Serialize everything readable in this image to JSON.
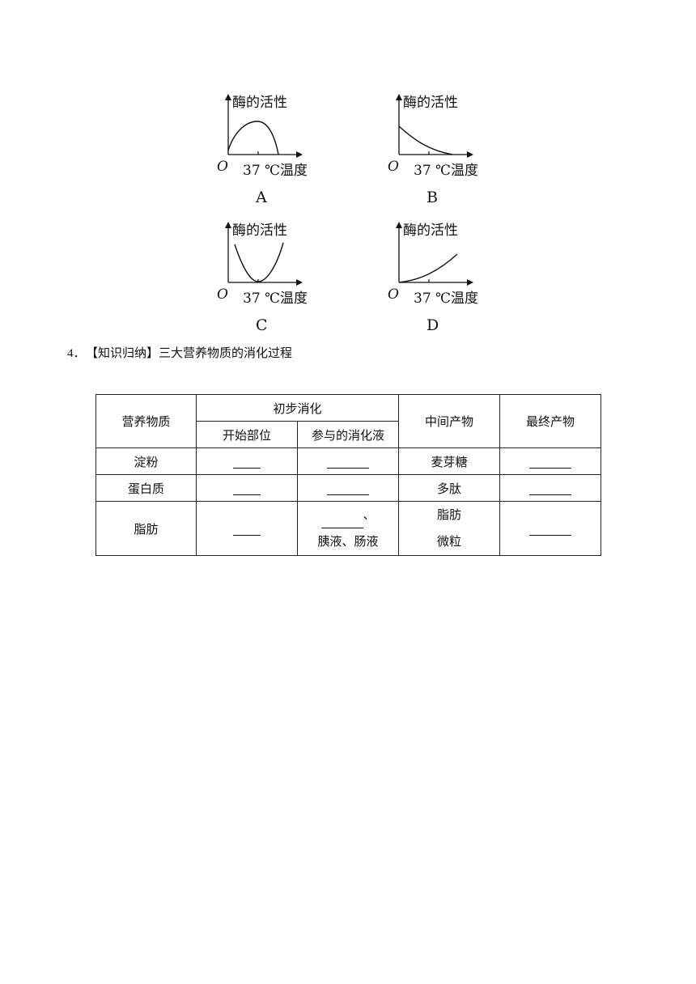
{
  "graphs": {
    "y_label": "酶的活性",
    "x_label": "37 ℃温度",
    "origin": "O",
    "items": [
      {
        "letter": "A",
        "shape": "hump"
      },
      {
        "letter": "B",
        "shape": "decreasing"
      },
      {
        "letter": "C",
        "shape": "valley"
      },
      {
        "letter": "D",
        "shape": "increasing"
      }
    ]
  },
  "question": {
    "number": "4．",
    "text": "【知识归纳】三大营养物质的消化过程"
  },
  "table": {
    "headers": {
      "nutrient": "营养物质",
      "initial_digestion": "初步消化",
      "start_site": "开始部位",
      "digestive_juices": "参与的消化液",
      "intermediate": "中间产物",
      "final": "最终产物"
    },
    "rows": [
      {
        "nutrient": "淀粉",
        "intermediate": "麦芽糖"
      },
      {
        "nutrient": "蛋白质",
        "intermediate": "多肽"
      },
      {
        "nutrient": "脂肪",
        "juice_suffix": "、",
        "juice_line2": "胰液、肠液",
        "intermediate_line1": "脂肪",
        "intermediate_line2": "微粒"
      }
    ]
  }
}
